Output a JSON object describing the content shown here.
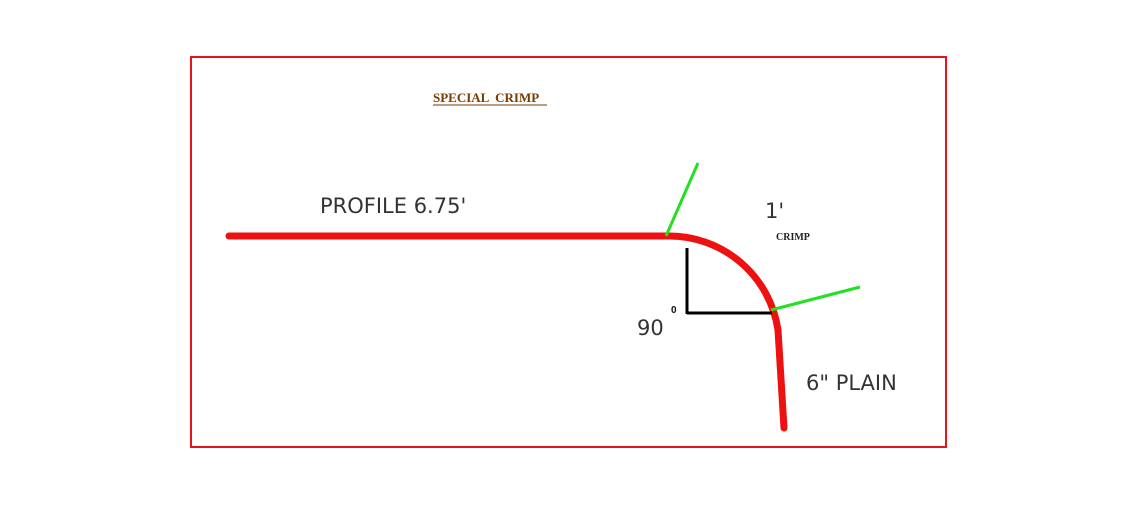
{
  "diagram": {
    "title": "SPECIAL  CRIMP",
    "profile_label": "PROFILE 6.75'",
    "crimp_length_label": "1'",
    "crimp_label": "CRIMP",
    "angle_value": "90",
    "angle_degree_mark": "0",
    "plain_label": "6\" PLAIN",
    "colors": {
      "frame": "#e8141c",
      "profile_line": "#ee1111",
      "crimp_markers": "#22e022",
      "angle_lines": "#000000",
      "title": "#7a3a00"
    }
  }
}
